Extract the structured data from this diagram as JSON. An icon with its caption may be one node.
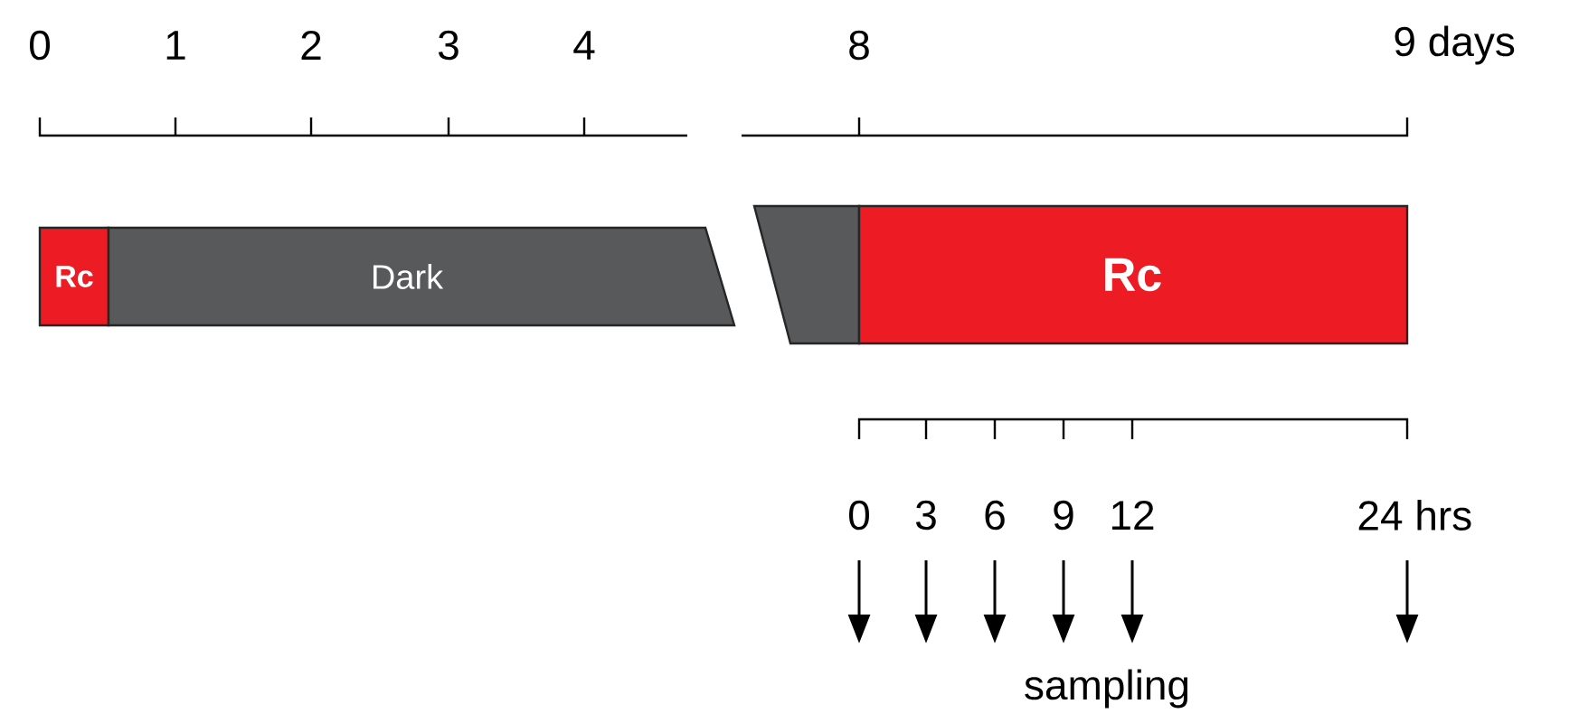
{
  "diagram": {
    "nodes": [
      {
        "text": [
          "Rc"
        ]
      },
      {
        "text": [
          "Dark"
        ]
      },
      {
        "text": [],
        "shape": "bar"
      },
      {
        "text": [
          "Rc"
        ]
      }
    ],
    "labels": [
      "0",
      "1",
      "2",
      "3",
      "4",
      "8",
      "9 days",
      "0",
      "3",
      "6",
      "9",
      "12",
      "24 hrs",
      "sampling"
    ]
  }
}
